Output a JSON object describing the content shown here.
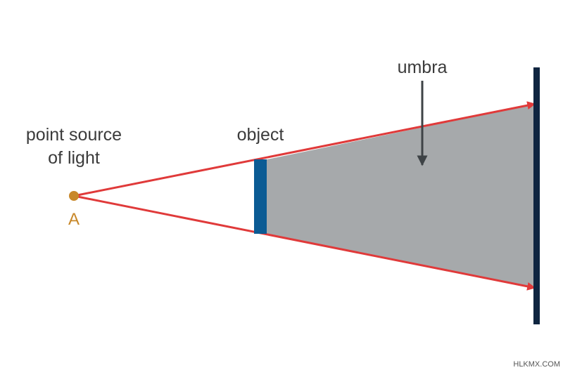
{
  "labels": {
    "point_source_line1": "point source",
    "point_source_line2": "of light",
    "point_name": "A",
    "object": "object",
    "umbra": "umbra"
  },
  "watermark": "HLKMX.COM",
  "colors": {
    "ray": "#e03a3a",
    "shadow": "#a6a9ab",
    "object": "#0b5b94",
    "screen": "#0f2540",
    "point": "#c8882a",
    "arrow": "#3e4346",
    "text": "#3b3b3b"
  }
}
